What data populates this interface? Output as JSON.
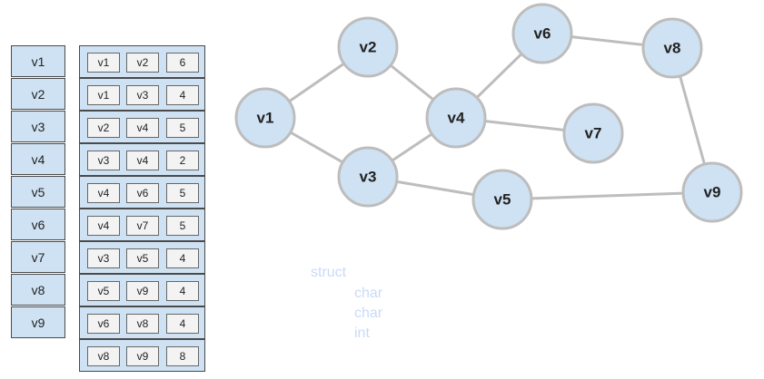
{
  "vertex_table": {
    "vertices": [
      "v1",
      "v2",
      "v3",
      "v4",
      "v5",
      "v6",
      "v7",
      "v8",
      "v9"
    ]
  },
  "edge_table": {
    "rows": [
      [
        "v1",
        "v2",
        "6"
      ],
      [
        "v1",
        "v3",
        "4"
      ],
      [
        "v2",
        "v4",
        "5"
      ],
      [
        "v3",
        "v4",
        "2"
      ],
      [
        "v4",
        "v6",
        "5"
      ],
      [
        "v4",
        "v7",
        "5"
      ],
      [
        "v3",
        "v5",
        "4"
      ],
      [
        "v5",
        "v9",
        "4"
      ],
      [
        "v6",
        "v8",
        "4"
      ],
      [
        "v8",
        "v9",
        "8"
      ]
    ]
  },
  "graph": {
    "nodes": [
      "v1",
      "v2",
      "v3",
      "v4",
      "v5",
      "v6",
      "v7",
      "v8",
      "v9"
    ],
    "edges": [
      [
        "v1",
        "v2"
      ],
      [
        "v1",
        "v3"
      ],
      [
        "v2",
        "v4"
      ],
      [
        "v3",
        "v4"
      ],
      [
        "v4",
        "v6"
      ],
      [
        "v4",
        "v7"
      ],
      [
        "v3",
        "v5"
      ],
      [
        "v5",
        "v9"
      ],
      [
        "v6",
        "v8"
      ],
      [
        "v8",
        "v9"
      ]
    ],
    "node_fill": "#cfe2f3",
    "node_stroke": "#bdbdbd",
    "edge_color": "#bdbdbd"
  },
  "code_snippet": {
    "lines": [
      "struct",
      "char",
      "char",
      "int"
    ],
    "color": "#c9daf8"
  }
}
